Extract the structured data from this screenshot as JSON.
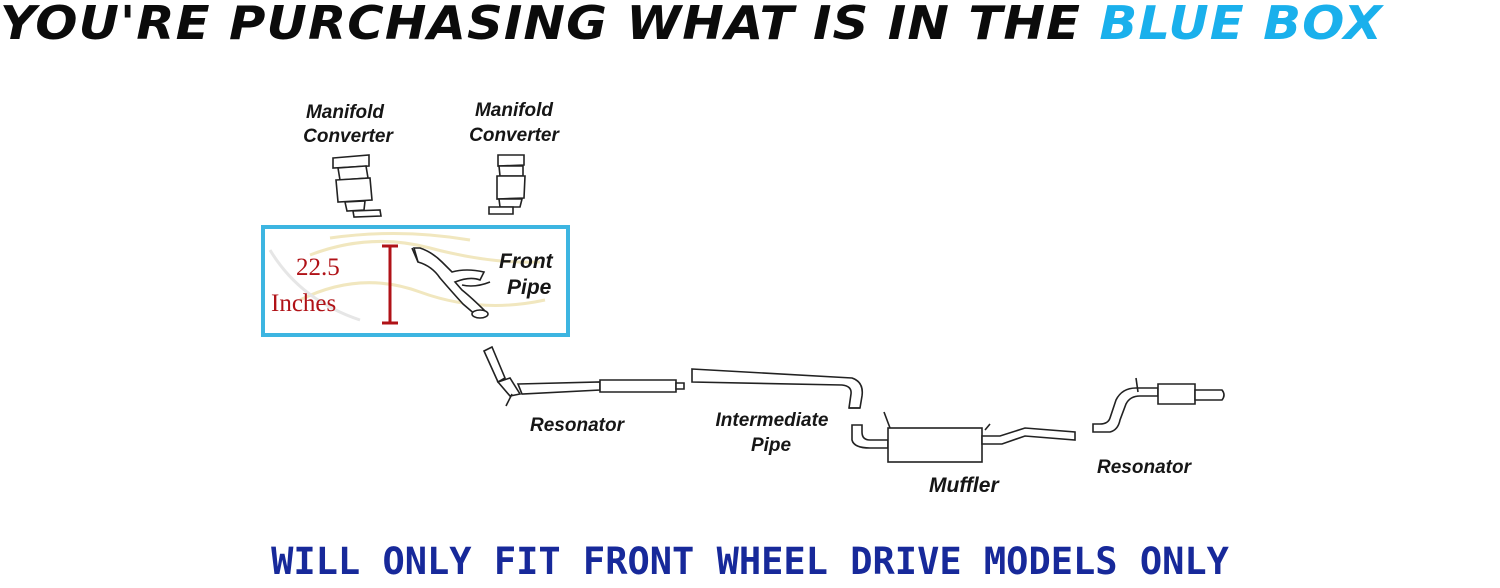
{
  "headline": {
    "prefix": "YOU'RE PURCHASING WHAT IS IN THE ",
    "highlight": "BLUE BOX"
  },
  "labels": {
    "manifold_left_line1": "Manifold",
    "manifold_left_line2": "Converter",
    "manifold_right_line1": "Manifold",
    "manifold_right_line2": "Converter",
    "front_pipe_line1": "Front",
    "front_pipe_line2": "Pipe",
    "measure_value": "22.5",
    "measure_unit": "Inches",
    "resonator_front": "Resonator",
    "intermediate_line1": "Intermediate",
    "intermediate_line2": "Pipe",
    "muffler": "Muffler",
    "resonator_rear": "Resonator"
  },
  "footer": {
    "text": "WILL ONLY FIT FRONT WHEEL DRIVE MODELS ONLY"
  },
  "colors": {
    "highlight_box": "#3db5e1",
    "headline_accent": "#1ab0ec",
    "footer_text": "#17299a",
    "measure_red": "#b01217"
  }
}
